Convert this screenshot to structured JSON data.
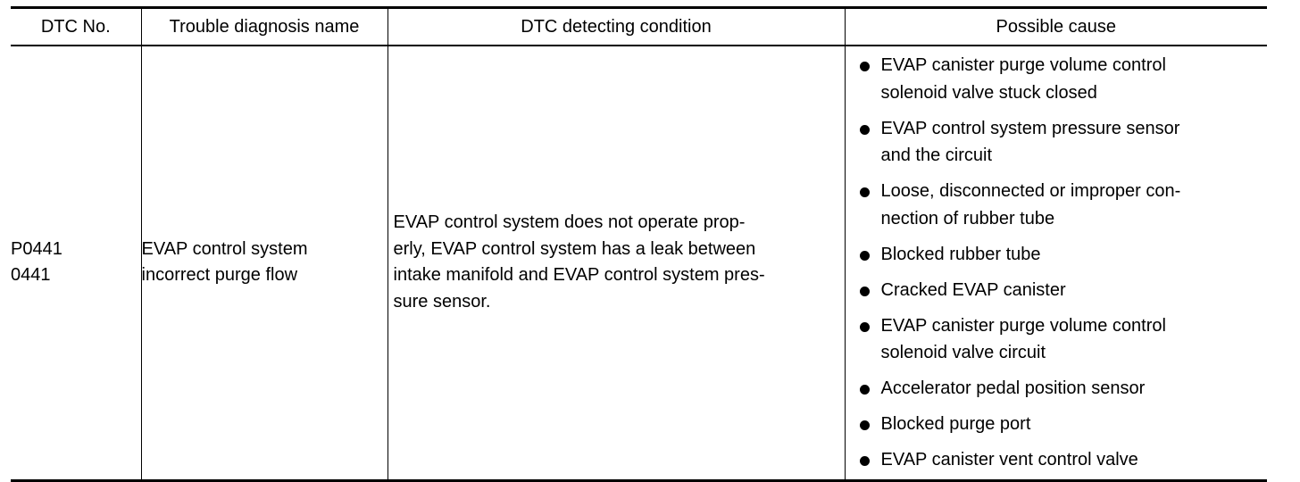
{
  "table": {
    "headers": {
      "dtc_no": "DTC No.",
      "trouble_name": "Trouble diagnosis name",
      "detecting_condition": "DTC detecting condition",
      "possible_cause": "Possible cause"
    },
    "row": {
      "dtc_codes": [
        "P0441",
        "0441"
      ],
      "trouble_name_lines": [
        "EVAP control system",
        "incorrect purge flow"
      ],
      "condition_lines": [
        "EVAP control system does not operate prop-",
        "erly, EVAP control system has a leak between",
        "intake manifold and EVAP control system pres-",
        "sure sensor."
      ],
      "causes": [
        [
          "EVAP canister purge volume control",
          "solenoid valve stuck closed"
        ],
        [
          "EVAP control system pressure sensor",
          "and the circuit"
        ],
        [
          "Loose, disconnected or improper con-",
          "nection of rubber tube"
        ],
        [
          "Blocked rubber tube"
        ],
        [
          "Cracked EVAP canister"
        ],
        [
          "EVAP canister purge volume control",
          "solenoid valve circuit"
        ],
        [
          "Accelerator pedal position sensor"
        ],
        [
          "Blocked purge port"
        ],
        [
          "EVAP canister vent control valve"
        ]
      ]
    }
  }
}
